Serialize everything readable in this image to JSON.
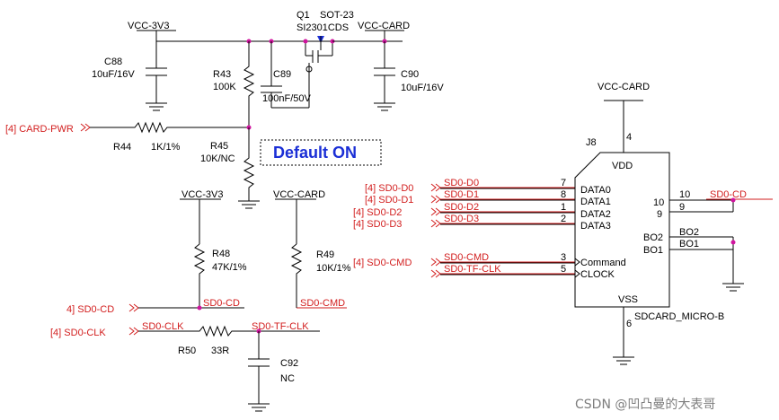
{
  "nets": {
    "vcc3v3_top": "VCC-3V3",
    "vcc3v3_mid": "VCC-3V3",
    "vcc_card_top": "VCC-CARD",
    "vcc_card_mid": "VCC-CARD",
    "vcc_card_j8": "VCC-CARD"
  },
  "mosfet": {
    "ref": "Q1",
    "package": "SOT-23",
    "part": "SI2301CDS"
  },
  "capacitors": {
    "c88": {
      "ref": "C88",
      "value": "10uF/16V"
    },
    "c89": {
      "ref": "C89",
      "value": "100nF/50V"
    },
    "c90": {
      "ref": "C90",
      "value": "10uF/16V"
    },
    "c92": {
      "ref": "C92",
      "value": "NC"
    }
  },
  "resistors": {
    "r43": {
      "ref": "R43",
      "value": "100K"
    },
    "r44": {
      "ref": "R44",
      "value": "1K/1%"
    },
    "r45": {
      "ref": "R45",
      "value": "10K/NC"
    },
    "r48": {
      "ref": "R48",
      "value": "47K/1%"
    },
    "r49": {
      "ref": "R49",
      "value": "10K/1%"
    },
    "r50": {
      "ref": "R50",
      "value": "33R"
    }
  },
  "default_on": "Default ON",
  "ports": {
    "card_pwr": "[4]  CARD-PWR",
    "sd0_cd": "4]  SD0-CD",
    "sd0_clk": "[4]  SD0-CLK",
    "sd0_d0": "[4]  SD0-D0",
    "sd0_d1": "[4]  SD0-D1",
    "sd0_d2": "[4]  SD0-D2",
    "sd0_d3": "[4]  SD0-D3",
    "sd0_cmd": "[4]  SD0-CMD"
  },
  "wire_labels": {
    "sd0_cd_left": "SD0-CD",
    "sd0_cmd_left": "SD0-CMD",
    "sd0_clk_left": "SD0-CLK",
    "sd0_tf_clk_left": "SD0-TF-CLK",
    "sd0_d0": "SD0-D0",
    "sd0_d1": "SD0-D1",
    "sd0_d2": "SD0-D2",
    "sd0_d3": "SD0-D3",
    "sd0_cmd": "SD0-CMD",
    "sd0_tf_clk": "SD0-TF-CLK",
    "sd0_cd_right": "SD0-CD",
    "bo2": "BO2",
    "bo1": "BO1"
  },
  "connector": {
    "ref": "J8",
    "part": "SDCARD_MICRO-B",
    "vdd": "VDD",
    "vss": "VSS",
    "pin_labels": [
      "DATA0",
      "DATA1",
      "DATA2",
      "DATA3",
      "Command",
      "CLOCK"
    ],
    "pin_numbers": [
      "7",
      "8",
      "1",
      "2",
      "3",
      "5"
    ],
    "right_pins": [
      "10",
      "9"
    ],
    "right_nums": [
      "10",
      "9"
    ],
    "vdd_pin": "4",
    "vss_pin": "6"
  },
  "watermark": "CSDN @凹凸曼的大表哥"
}
